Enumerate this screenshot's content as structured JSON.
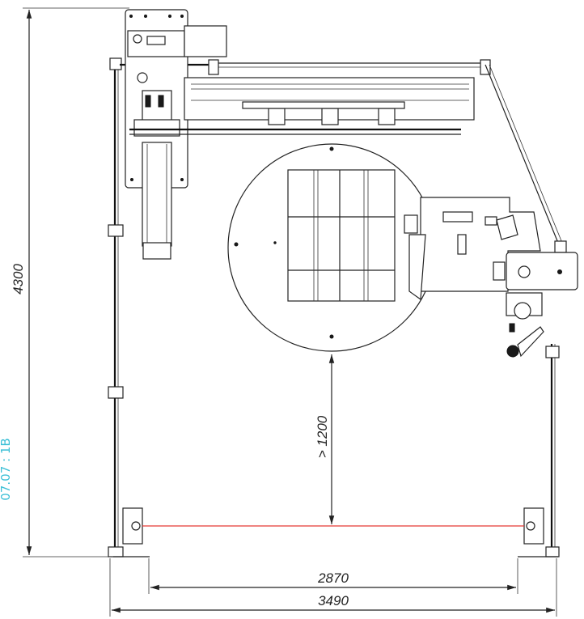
{
  "dimensions": {
    "height": "4300",
    "clearance": "> 1200",
    "inner_width": "2870",
    "outer_width": "3490"
  },
  "side_mark": "07.07 : 1B",
  "colors": {
    "lines": "#222222",
    "light_curtain": "#e53935",
    "side_mark": "#3bbfd6"
  }
}
